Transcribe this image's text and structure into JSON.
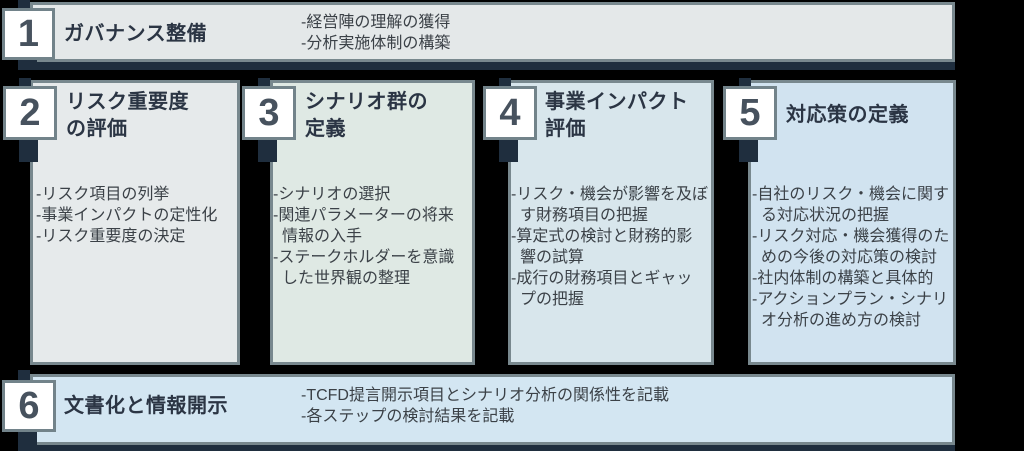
{
  "diagram_title": "TCFD scenario analysis six-step process",
  "colors": {
    "background": "#000000",
    "border": "#78888e",
    "accent_navy": "#1f2e3e",
    "number_text": "#47525e",
    "title_text": "#2b3544",
    "bullet_text": "#3b4147",
    "numbox_fill": "#ffffff"
  },
  "steps": [
    {
      "number": "1",
      "title_lines": [
        "ガバナンス整備"
      ],
      "bullets": [
        "-経営陣の理解の獲得",
        "-分析実施体制の構築"
      ],
      "fill": "#e4e8e9"
    },
    {
      "number": "2",
      "title_lines": [
        "リスク重要度",
        "の評価"
      ],
      "bullets": [
        "-リスク項目の列挙",
        "-事業インパクトの定性化",
        "-リスク重要度の決定"
      ],
      "fill": "#e6eaeb"
    },
    {
      "number": "3",
      "title_lines": [
        "シナリオ群の",
        "定義"
      ],
      "bullets": [
        "-シナリオの選択",
        "-関連パラメーターの将来情報の入手",
        "-ステークホルダーを意識した世界観の整理"
      ],
      "fill": "#dfe9e4"
    },
    {
      "number": "4",
      "title_lines": [
        "事業インパクト",
        "評価"
      ],
      "bullets": [
        "-リスク・機会が影響を及ぼす財務項目の把握",
        "-算定式の検討と財務的影響の試算",
        "-成行の財務項目とギャップの把握"
      ],
      "fill": "#d8e6ec"
    },
    {
      "number": "5",
      "title_lines": [
        "対応策の定義"
      ],
      "bullets": [
        "-自社のリスク・機会に関する対応状況の把握",
        "-リスク対応・機会獲得のための今後の対応策の検討",
        "-社内体制の構築と具体的",
        "-アクションプラン・シナリオ分析の進め方の検討"
      ],
      "fill": "#d1e3f0"
    },
    {
      "number": "6",
      "title_lines": [
        "文書化と情報開示"
      ],
      "bullets": [
        "-TCFD提言開示項目とシナリオ分析の関係性を記載",
        "-各ステップの検討結果を記載"
      ],
      "fill": "#d3e6f2"
    }
  ]
}
